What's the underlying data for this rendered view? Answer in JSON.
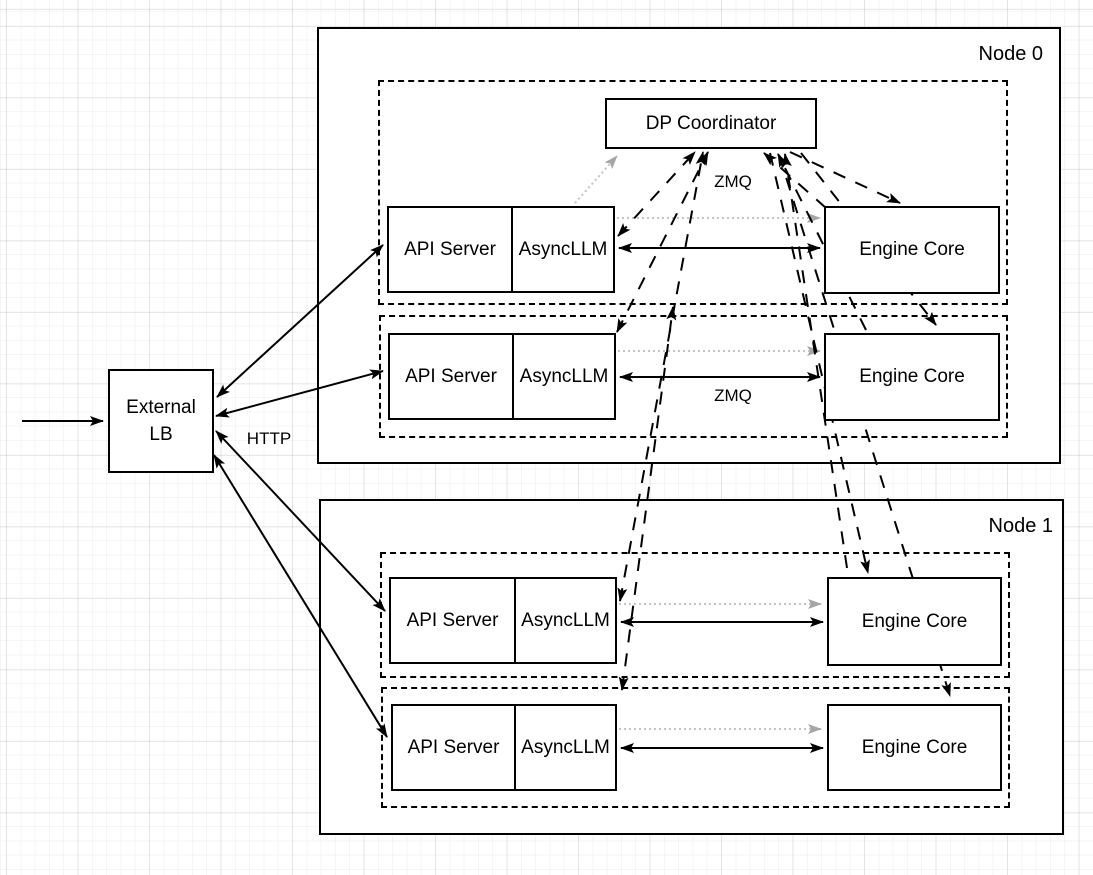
{
  "external_lb": {
    "line1": "External",
    "line2": "LB"
  },
  "edge_labels": {
    "http": "HTTP",
    "zmq_coordinator": "ZMQ",
    "zmq_row": "ZMQ"
  },
  "nodes": [
    {
      "label": "Node 0",
      "coordinator_label": "DP Coordinator",
      "rows": [
        {
          "api_server": "API Server",
          "async_llm": "AsyncLLM",
          "engine_core": "Engine Core"
        },
        {
          "api_server": "API Server",
          "async_llm": "AsyncLLM",
          "engine_core": "Engine Core"
        }
      ]
    },
    {
      "label": "Node 1",
      "rows": [
        {
          "api_server": "API Server",
          "async_llm": "AsyncLLM",
          "engine_core": "Engine Core"
        },
        {
          "api_server": "API Server",
          "async_llm": "AsyncLLM",
          "engine_core": "Engine Core"
        }
      ]
    }
  ],
  "colors": {
    "stroke": "#000000",
    "dotted_line_gray": "#c4c4c4",
    "dotted_arrow_gray": "#a6a6a6",
    "box_fill": "#ffffff"
  }
}
